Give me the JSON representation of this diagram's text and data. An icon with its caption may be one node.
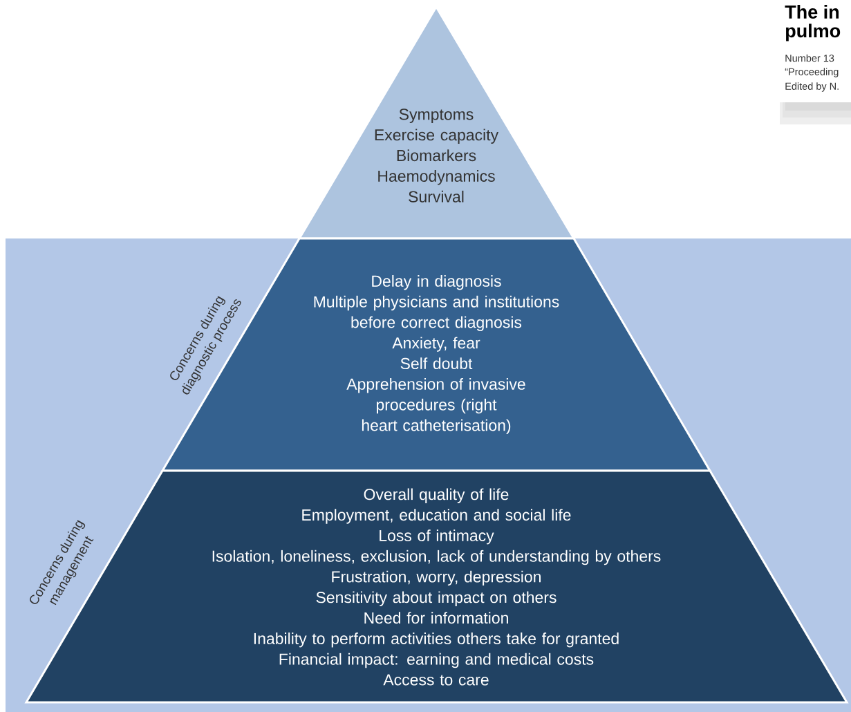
{
  "diagram": {
    "nodes": [
      {
        "text": [
          "Symptoms",
          "Exercise capacity",
          "Biomarkers",
          "Haemodynamics",
          "Survival"
        ]
      },
      {
        "text": [
          "Delay in diagnosis",
          "Multiple physicians and institutions before correct diagnosis",
          "Anxiety, fear",
          "Self doubt",
          "Apprehension of invasive procedures (right heart catheterisation)"
        ]
      },
      {
        "text": [
          "Overall quality of life",
          "Employment, education and social life",
          "Loss of intimacy",
          "Isolation, loneliness, exclusion, lack of understanding by others",
          "Frustration, worry, depression",
          "Sensitivity about impact on others",
          "Need for information",
          "Inability to perform activities others take for granted",
          "Financial impact: earning and medical costs",
          "Access to care"
        ]
      }
    ],
    "labels": [
      "The in",
      "pulmo",
      "Number 13",
      "“Proceeding",
      "Edited by N.",
      "Concerns during diagnostic process",
      "Concerns during management"
    ]
  }
}
